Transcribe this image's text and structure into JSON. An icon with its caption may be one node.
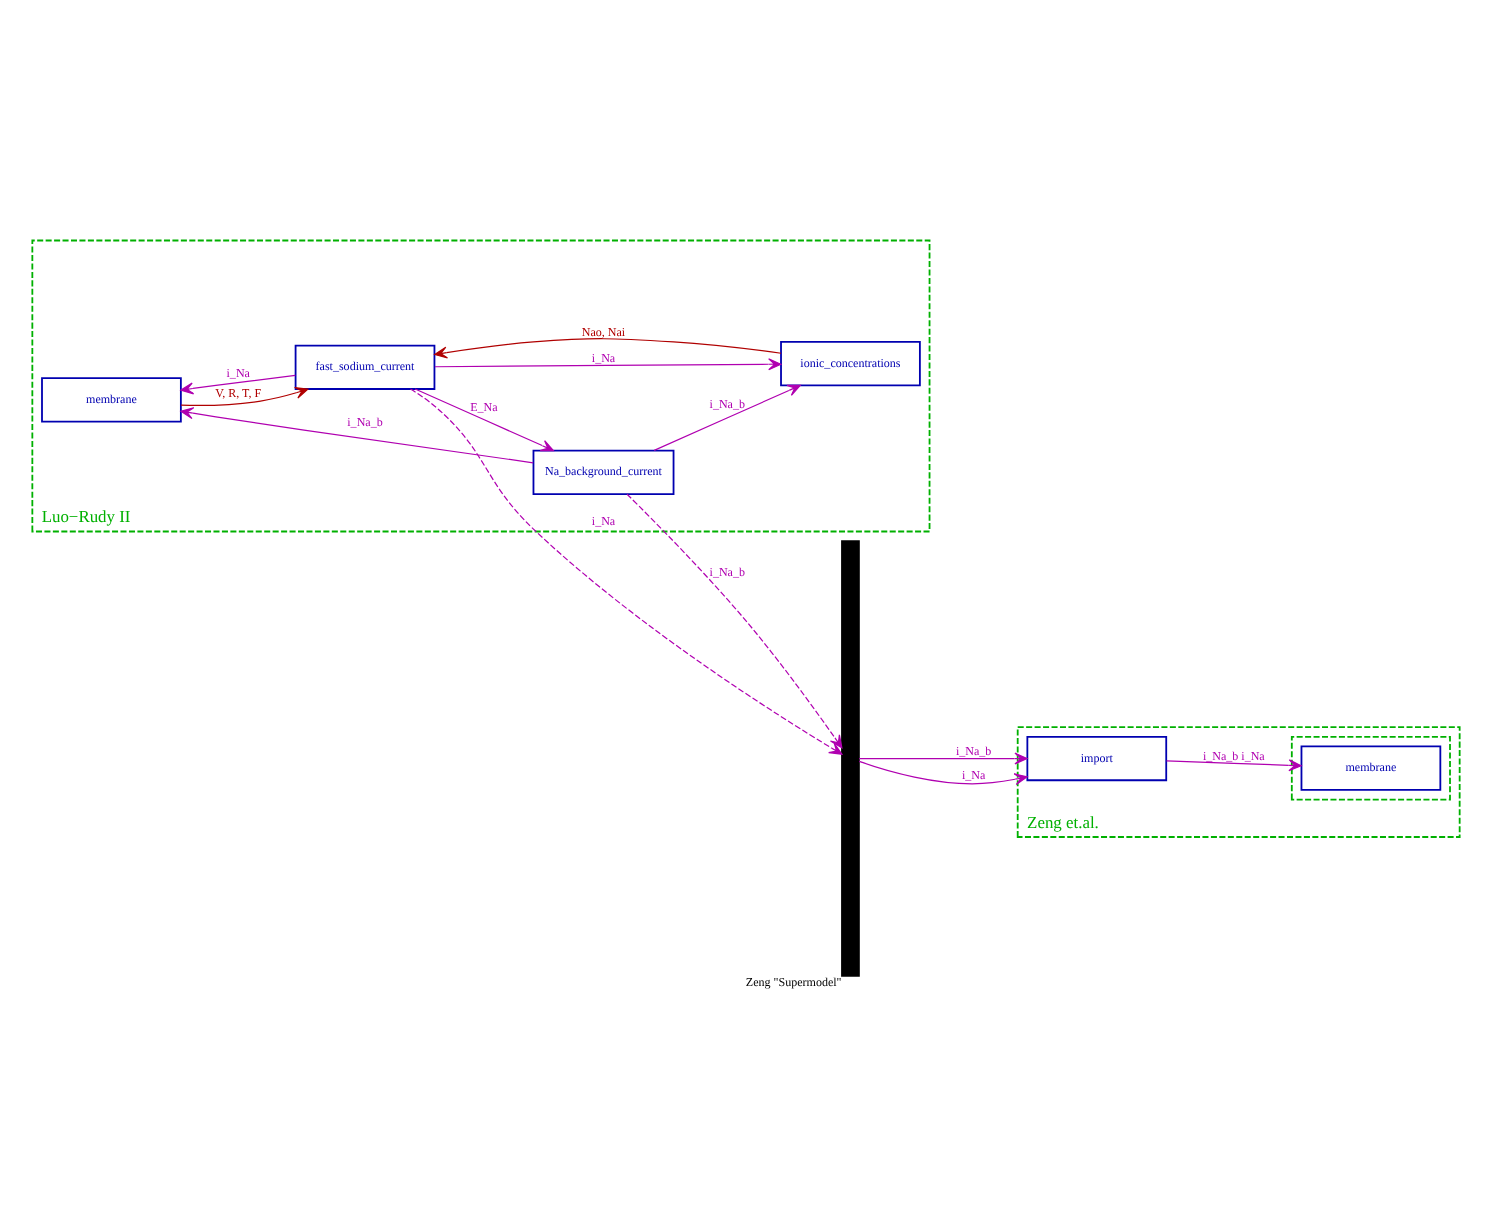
{
  "diagram": {
    "nodes": [
      {
        "text": [
          "Luo−Rudy II"
        ]
      },
      {
        "text": [
          "membrane"
        ],
        "in": 0
      },
      {
        "text": [
          "Na_background_current"
        ],
        "in": 0
      },
      {
        "text": [
          "ionic_concentrations"
        ],
        "in": 0
      },
      {
        "text": [
          "fast_sodium_current"
        ],
        "in": 0
      },
      {
        "text": [],
        "shape": "bar",
        "beside": [
          "Zeng \"Supermodel\""
        ]
      },
      {
        "text": [
          "Zeng et.al."
        ]
      },
      {
        "text": [
          "import"
        ],
        "in": 6
      },
      {
        "text": [],
        "shape": "box",
        "in": 6
      },
      {
        "text": [
          "membrane"
        ],
        "in": 8
      }
    ],
    "edges": [
      {
        "from": 2,
        "to": 1,
        "arrow": "to",
        "label": "i_Na_b"
      },
      {
        "from": 1,
        "to": 4,
        "arrow": "to",
        "label": "V, R, T, F",
        "color": "#b00000"
      },
      {
        "from": 4,
        "to": 1,
        "arrow": "to",
        "label": "i_Na"
      },
      {
        "from": 4,
        "to": 2,
        "arrow": "to",
        "label": "E_Na"
      },
      {
        "from": 2,
        "to": 3,
        "arrow": "to",
        "label": "i_Na_b"
      },
      {
        "from": 4,
        "to": 3,
        "arrow": "to",
        "label": "i_Na"
      },
      {
        "from": 3,
        "to": 4,
        "arrow": "to",
        "label": "Nao, Nai",
        "color": "#b00000"
      },
      {
        "from": 2,
        "to": 5,
        "arrow": "to",
        "label": "i_Na_b",
        "style": "dashed"
      },
      {
        "from": 4,
        "to": 5,
        "arrow": "to",
        "label": "i_Na",
        "style": "dashed"
      },
      {
        "from": 5,
        "to": 7,
        "arrow": "to",
        "label": "i_Na_b"
      },
      {
        "from": 5,
        "to": 7,
        "arrow": "to",
        "label": "i_Na"
      },
      {
        "from": 7,
        "to": 9,
        "arrow": "to",
        "label": "i_Na_b i_Na"
      }
    ]
  }
}
